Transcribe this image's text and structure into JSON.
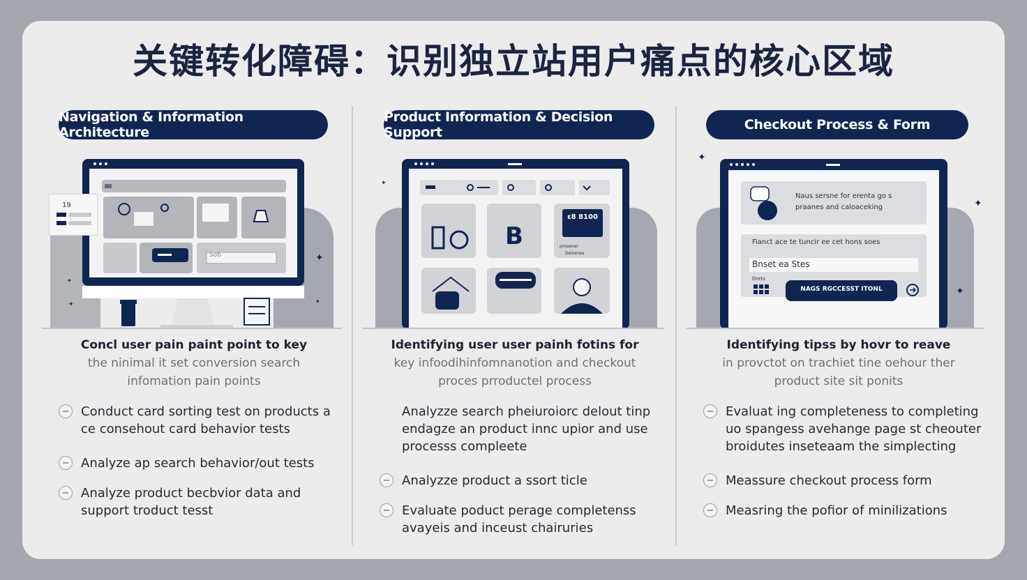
{
  "page": {
    "title": "关键转化障碍：识别独立站用户痛点的核心区域"
  },
  "columns": [
    {
      "heading": "Navigation & Information Architecture",
      "screen": {
        "panel_label": "19",
        "field_text": "Sob"
      },
      "lead": "Concl user pain paint point to key",
      "sub_lines": [
        "the ninimal it set conversion search",
        "infomation pain points"
      ],
      "bullets": [
        "Conduct card sorting test on products a ce consehout card behavior tests",
        "Analyze ap search behavior/out tests",
        "Analyze product becbvior data and support troduct tesst"
      ]
    },
    {
      "heading": "Product Information & Decision Support",
      "screen": {
        "price": "ε8 8100",
        "price_caption": "ρroaeoar",
        "price_caption2": "Deleerea"
      },
      "lead": "Identifying user user painh fotins for",
      "sub_lines": [
        "key infoodihinfomnanotion and checkout",
        "proces prroductel process"
      ],
      "bullets": [
        "Analyzze search pheiuroiorc delout tinp endagze an product innc upior and use processs compleete",
        "Analyzze product a ssort ticle",
        "Evaluate poduct perage completenss avayeis and inceust chairuries"
      ]
    },
    {
      "heading": "Checkout Process & Form",
      "screen": {
        "info_text": "Naus sersne for erenta go s praanes and caloaceking",
        "field_label": "Fianct ace te tuncir ee cet hons soes",
        "field_value": "Bnset ea Stes",
        "small_label": "Drets",
        "button_label": "NAGS RGCCESST ITONL"
      },
      "lead": "Identifying tipss by hovr to reave",
      "sub_lines": [
        "in provctot on trachiet tine oehour ther",
        "product site sit ponits"
      ],
      "bullets": [
        "Evaluat ing completeness to completing uo spangess avehange page st cheouter broidutes inseteaam the simplecting",
        "Meassure checkout process form",
        "Measring the pofior of minilizations"
      ]
    }
  ],
  "colors": {
    "navy": "#102552",
    "card": "#ececed",
    "background": "#a4a7ae",
    "grey_blob": "#a5a8b0"
  },
  "icons": [
    "sparkle-icon",
    "search-icon",
    "bag-icon",
    "user-icon",
    "arrow-right-icon",
    "bullet-dash-icon"
  ]
}
